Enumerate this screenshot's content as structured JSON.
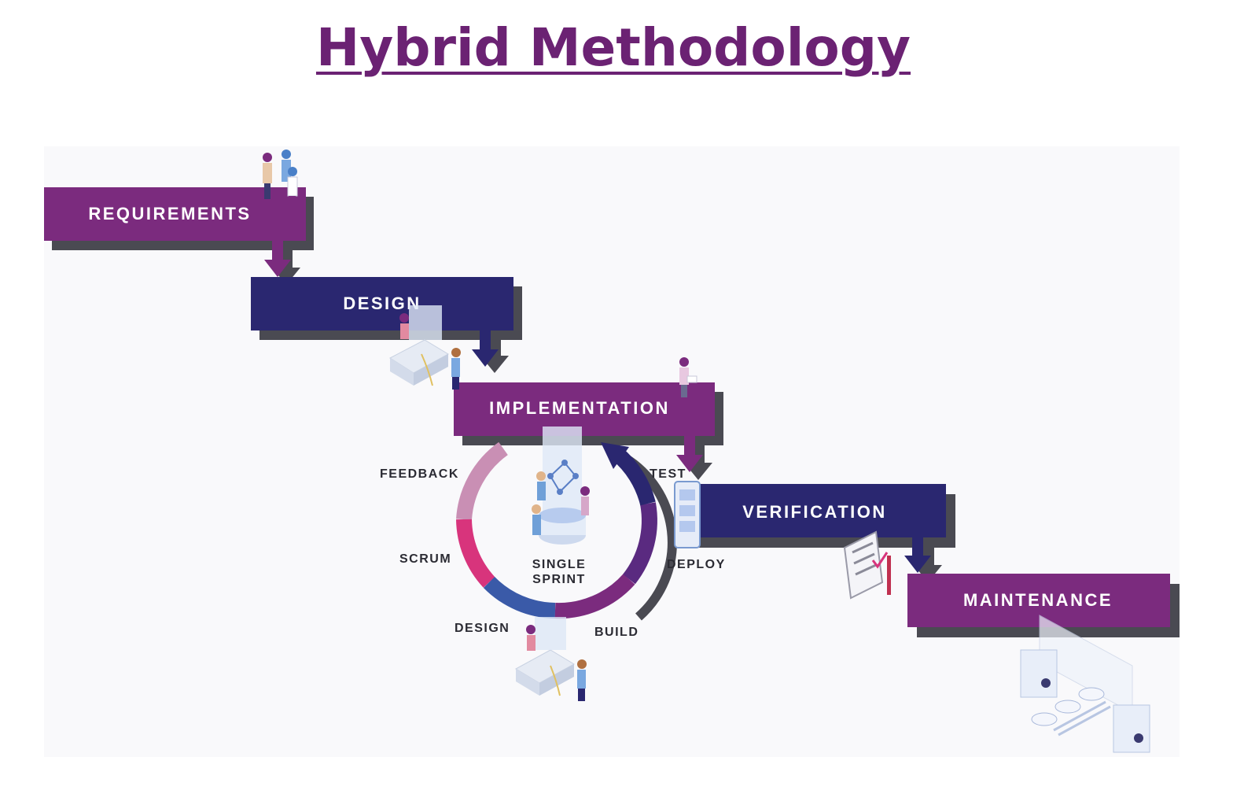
{
  "title": "Hybrid Methodology",
  "phases": [
    {
      "label": "REQUIREMENTS",
      "color": "#7b2b7e"
    },
    {
      "label": "DESIGN",
      "color": "#2a2770"
    },
    {
      "label": "IMPLEMENTATION",
      "color": "#7b2b7e"
    },
    {
      "label": "VERIFICATION",
      "color": "#2a2770"
    },
    {
      "label": "MAINTENANCE",
      "color": "#7b2b7e"
    }
  ],
  "sprint_cycle": {
    "center_label_line1": "SINGLE",
    "center_label_line2": "SPRINT",
    "stages": [
      "FEEDBACK",
      "TEST",
      "SCRUM",
      "DEPLOY",
      "DESIGN",
      "BUILD"
    ]
  },
  "colors": {
    "purple": "#7b2b7e",
    "navy": "#2a2770",
    "shadow": "#4a4a52",
    "pink": "#d8347c",
    "mauve": "#c98fb4",
    "blue": "#3a5aa8"
  }
}
